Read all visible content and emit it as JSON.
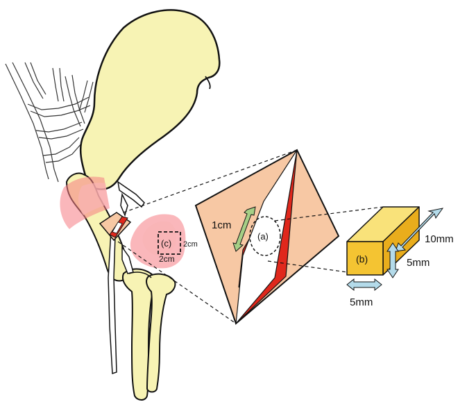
{
  "labels": {
    "region_a": "(a)",
    "region_b": "(b)",
    "region_c": "(c)",
    "c_width": "2cm",
    "c_height": "2cm",
    "incision_length": "1cm",
    "block_length": "10mm",
    "block_height": "5mm",
    "block_width": "5mm"
  },
  "colors": {
    "bone": "#f7f3b4",
    "skin_flap": "#f7c8a4",
    "incision": "#e0281c",
    "inflamed": "#f57b84",
    "block_front": "#f4c432",
    "block_top": "#f9e27a",
    "block_side": "#e9ad1c",
    "arrow_green": "#a6cf86",
    "arrow_blue": "#b4dbea"
  }
}
